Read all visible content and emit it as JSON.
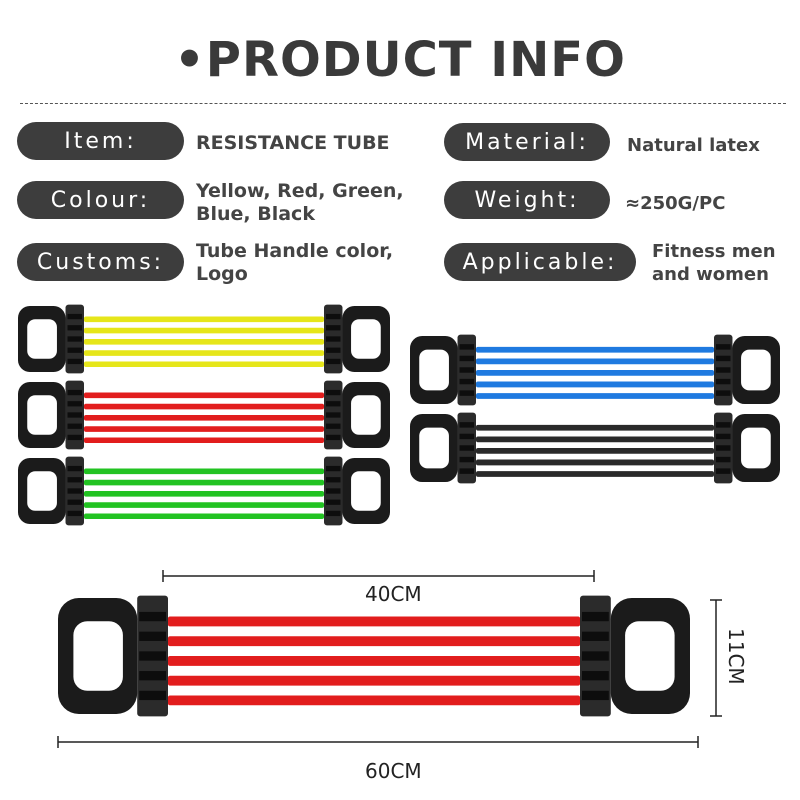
{
  "header": {
    "title": "•PRODUCT INFO"
  },
  "specs": {
    "item_label": "Item:",
    "item_value": "RESISTANCE TUBE",
    "material_label": "Material:",
    "material_value": "Natural latex",
    "colour_label": "Colour:",
    "colour_value_line1": "Yellow, Red, Green,",
    "colour_value_line2": "Blue, Black",
    "weight_label": "Weight:",
    "weight_value": "≈250G/PC",
    "customs_label": "Customs:",
    "customs_value_line1": "Tube Handle color,",
    "customs_value_line2": "Logo",
    "applicable_label": "Applicable:",
    "applicable_value_line1": "Fitness men",
    "applicable_value_line2": "and women"
  },
  "variants": [
    {
      "name": "yellow",
      "color": "#e6e61a"
    },
    {
      "name": "red",
      "color": "#e21d1d"
    },
    {
      "name": "green",
      "color": "#22c322"
    },
    {
      "name": "blue",
      "color": "#1f7ae0"
    },
    {
      "name": "black",
      "color": "#2a2a2a"
    }
  ],
  "dimensions": {
    "tube_length": "40CM",
    "total_length": "60CM",
    "handle_height": "11CM"
  }
}
